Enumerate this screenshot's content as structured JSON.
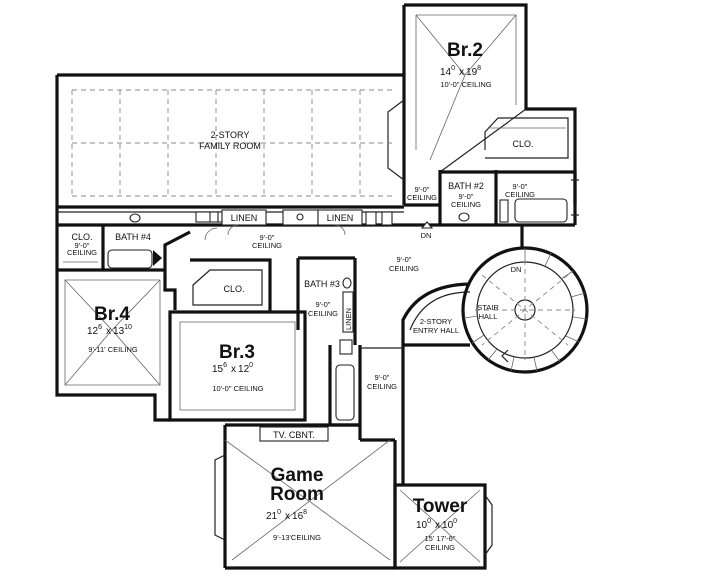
{
  "rooms": {
    "br2": {
      "name": "Br.2",
      "dim_w": "14",
      "dim_w_in": "0",
      "dim_d": "19",
      "dim_d_in": "8",
      "ceiling": "10'-0\" CEILING"
    },
    "family": {
      "line1": "2-STORY",
      "line2": "FAMILY ROOM"
    },
    "br4": {
      "name": "Br.4",
      "dim_w": "12",
      "dim_w_in": "6",
      "dim_d": "13",
      "dim_d_in": "10",
      "ceiling": "9'-11' CEILING"
    },
    "br3": {
      "name": "Br.3",
      "dim_w": "15",
      "dim_w_in": "6",
      "dim_d": "12",
      "dim_d_in": "0",
      "ceiling": "10'-0\" CEILING"
    },
    "game": {
      "line1": "Game",
      "line2": "Room",
      "dim_w": "21",
      "dim_w_in": "0",
      "dim_d": "16",
      "dim_d_in": "8",
      "ceiling": "9'-13'CEILING"
    },
    "tower": {
      "name": "Tower",
      "dim_w": "10",
      "dim_w_in": "0",
      "dim_d": "10",
      "dim_d_in": "0",
      "ceiling1": "15' 17'-6\"",
      "ceiling2": "CEILING"
    },
    "stair": {
      "line1": "STAIR",
      "line2": "HALL"
    },
    "entry": {
      "line1": "2-STORY",
      "line2": "ENTRY HALL"
    }
  },
  "labels": {
    "clo_br2": "CLO.",
    "bath2": "BATH #2",
    "ceil_bath2_a_1": "9'-0\"",
    "ceil_bath2_a_2": "CEILING",
    "ceil_bath2_b_1": "9'-0\"",
    "ceil_bath2_b_2": "CEILING",
    "ceil_bath2_c_1": "9'-0\"",
    "ceil_bath2_c_2": "CEILING",
    "dn_top": "DN",
    "dn_stair": "DN",
    "linen1": "LINEN",
    "linen2": "LINEN",
    "clo_br4": "CLO.",
    "ceil_clo4_1": "9'-0\"",
    "ceil_clo4_2": "CEILING",
    "bath4": "BATH #4",
    "ceil_hall_1": "9'-0\"",
    "ceil_hall_2": "CEILING",
    "ceil_landing_1": "9'-0\"",
    "ceil_landing_2": "CEILING",
    "clo_br3": "CLO.",
    "bath3": "BATH #3",
    "ceil_bath3_1": "9'-0\"",
    "ceil_bath3_2": "CEILING",
    "linen3": "LINEN",
    "ceil_corr_1": "9'-0\"",
    "ceil_corr_2": "CEILING",
    "tv": "TV. CBNT."
  }
}
